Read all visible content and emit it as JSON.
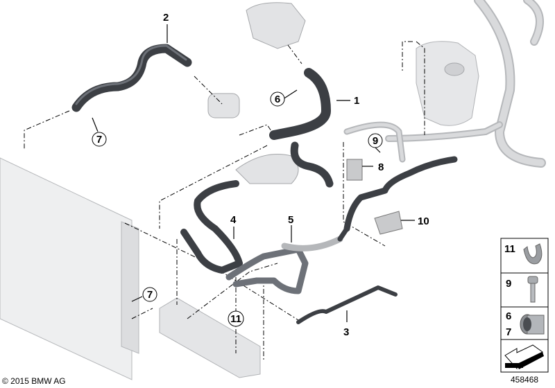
{
  "diagram": {
    "part_labels": [
      "1",
      "2",
      "3",
      "4",
      "5",
      "8",
      "10"
    ],
    "circled_labels": {
      "six": "6",
      "seven_a": "7",
      "seven_b": "7",
      "nine": "9",
      "eleven": "11"
    },
    "legend": [
      {
        "label": "11",
        "icon": "hose-clip-icon"
      },
      {
        "label": "9",
        "icon": "screw-icon"
      },
      {
        "label": "6",
        "label2": "7",
        "icon": "connector-sleeve-icon"
      },
      {
        "label": "",
        "icon": "arrow-icon"
      }
    ],
    "copyright": "© 2015 BMW AG",
    "diagram_number": "458468",
    "colors": {
      "hose": "#3c3f44",
      "component": "#d9dadc",
      "line": "#000000"
    }
  }
}
